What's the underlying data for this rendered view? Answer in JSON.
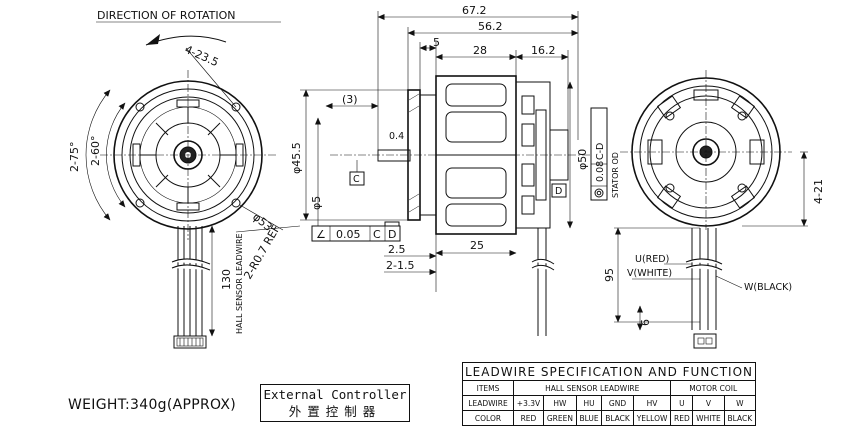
{
  "header": {
    "rotation_title": "DIRECTION OF ROTATION"
  },
  "front_view": {
    "dim_4_23_5": "4-23.5",
    "dim_2_75": "2-75°",
    "dim_2_60": "2-60°",
    "dim_phi53": "φ53",
    "dim_2_r0_7_ref": "2-R0.7 REF",
    "dim_130": "130",
    "leadwire_label": "HALL SENSOR LEADWIRE"
  },
  "side_view": {
    "dim_67_2": "67.2",
    "dim_56_2": "56.2",
    "dim_5": "5",
    "dim_28": "28",
    "dim_16_2": "16.2",
    "dim_3": "(3)",
    "dim_0_4": "0.4",
    "dim_phi45_5": "φ45.5",
    "dim_phi5": "φ5",
    "dim_phi50": "φ50",
    "datum_c": "C",
    "datum_d": "D",
    "tolerance": {
      "symbol": "∠",
      "value": "0.05",
      "ref1": "C",
      "ref2": "D"
    },
    "stator_od_value": "0.08",
    "stator_od_ref": "C-D",
    "stator_od_label": "STATOR OD",
    "dim_2_5": "2.5",
    "dim_2_1_5": "2-1.5",
    "dim_25": "25"
  },
  "rear_view": {
    "dim_4_21": "4-21",
    "dim_95": "95",
    "dim_6": "6",
    "wire_u": "U(RED)",
    "wire_v": "V(WHITE)",
    "wire_w": "W(BLACK)"
  },
  "weight": "WEIGHT:340g(APPROX)",
  "controller": {
    "line1": "External Controller",
    "line2": "外置控制器"
  },
  "spec_table": {
    "title": "LEADWIRE SPECIFICATION AND FUNCTION",
    "items_label": "ITEMS",
    "group_hall": "HALL SENSOR LEADWIRE",
    "group_motor": "MOTOR COIL",
    "leadwire_label": "LEADWIRE",
    "leadwire": [
      "+3.3V",
      "HW",
      "HU",
      "GND",
      "HV",
      "U",
      "V",
      "W"
    ],
    "color_label": "COLOR",
    "colors": [
      "RED",
      "GREEN",
      "BLUE",
      "BLACK",
      "YELLOW",
      "RED",
      "WHITE",
      "BLACK"
    ]
  }
}
